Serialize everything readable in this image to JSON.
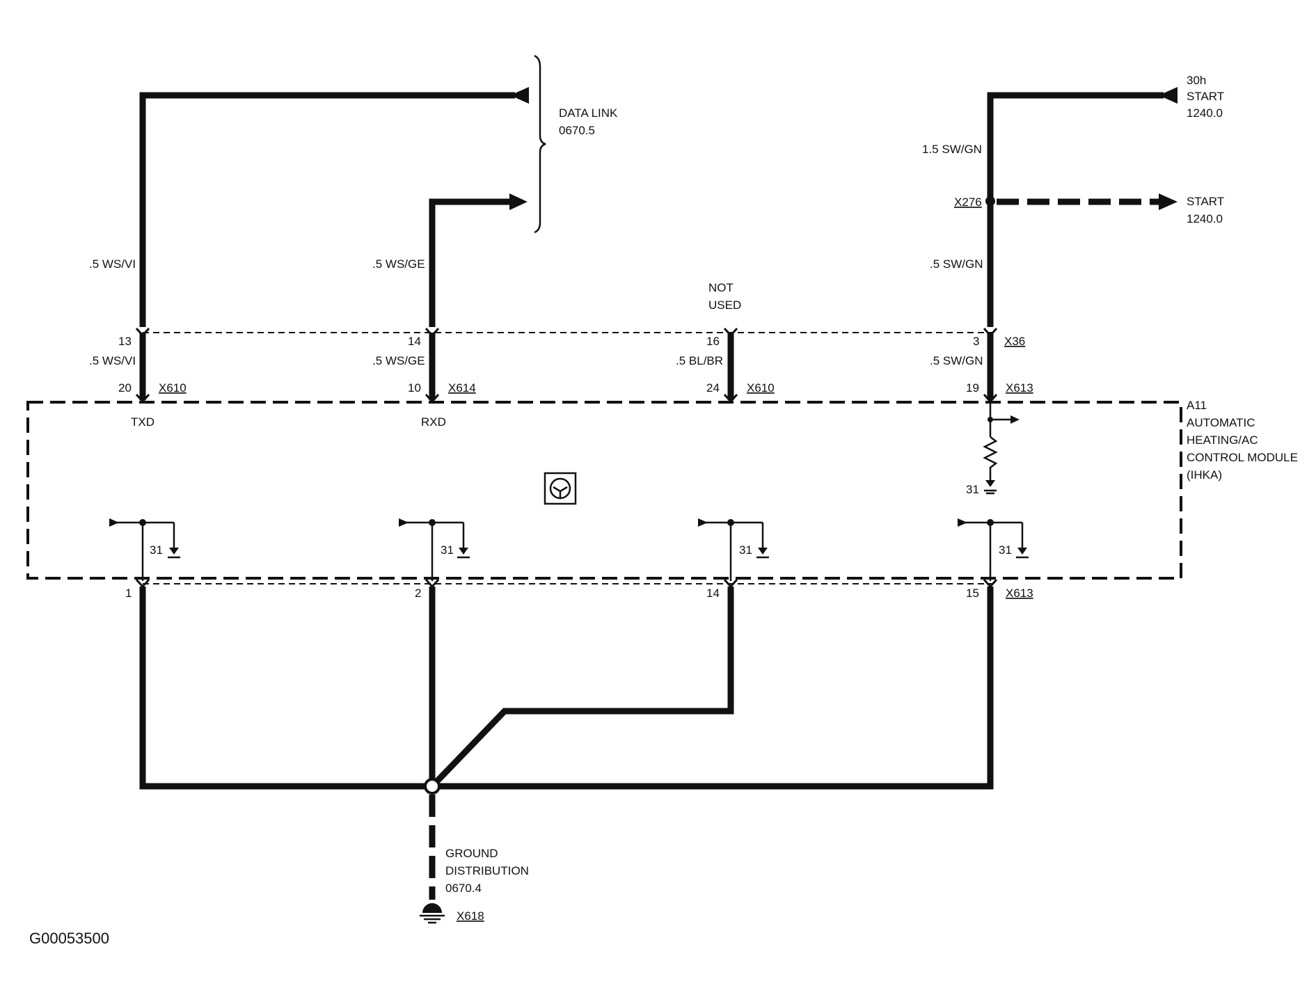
{
  "data_link": {
    "line1": "DATA LINK",
    "line2": "0670.5"
  },
  "power_30h": {
    "line1": "30h",
    "line2": "START",
    "line3": "1240.0"
  },
  "start_out": {
    "line1": "START",
    "line2": "1240.0"
  },
  "wire_labels": {
    "wsvi_top": ".5 WS/VI",
    "wsge_top": ".5 WS/GE",
    "swgn_15": "1.5 SW/GN",
    "swgn_top": ".5 SW/GN",
    "wsvi_mid": ".5 WS/VI",
    "wsge_mid": ".5 WS/GE",
    "blbr_mid": ".5 BL/BR",
    "swgn_mid": ".5 SW/GN"
  },
  "splice": {
    "x276": "X276"
  },
  "not_used": {
    "line1": "NOT",
    "line2": "USED"
  },
  "pins_top": {
    "p13": "13",
    "p14": "14",
    "p16": "16",
    "p3": "3",
    "x36": "X36"
  },
  "pins_module_top": {
    "p20": "20",
    "x610_a": "X610",
    "p10": "10",
    "x614": "X614",
    "p24": "24",
    "x610_b": "X610",
    "p19": "19",
    "x613_a": "X613"
  },
  "module": {
    "id": "A11",
    "name_line1": "AUTOMATIC",
    "name_line2": "HEATING/AC",
    "name_line3": "CONTROL MODULE",
    "name_line4": "(IHKA)",
    "txd": "TXD",
    "rxd": "RXD",
    "ground_labels": [
      "31",
      "31",
      "31",
      "31",
      "31"
    ]
  },
  "pins_bottom": {
    "p1": "1",
    "p2": "2",
    "p14": "14",
    "p15": "15",
    "x613_b": "X613"
  },
  "ground_dist": {
    "line1": "GROUND",
    "line2": "DISTRIBUTION",
    "line3": "0670.4",
    "x618": "X618"
  },
  "figure_code": "G00053500"
}
